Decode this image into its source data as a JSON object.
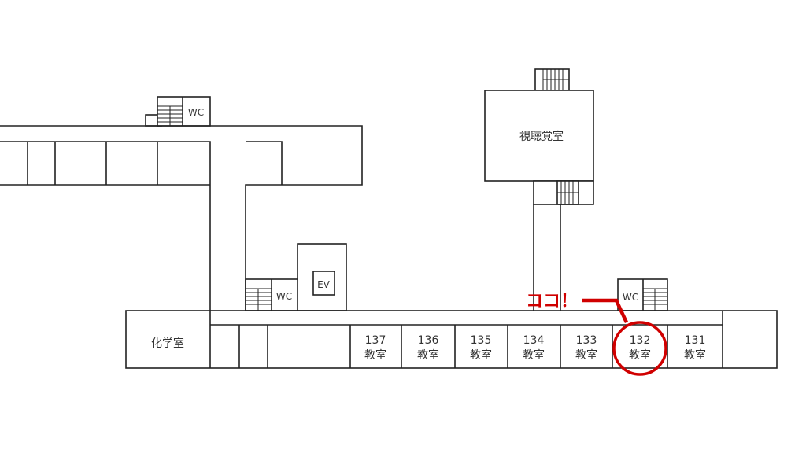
{
  "rooms": {
    "av_room": "視聴覚室",
    "chemistry": "化学室",
    "wc": "WC",
    "ev": "EV",
    "classrooms": [
      {
        "number": "137",
        "label": "教室"
      },
      {
        "number": "136",
        "label": "教室"
      },
      {
        "number": "135",
        "label": "教室"
      },
      {
        "number": "134",
        "label": "教室"
      },
      {
        "number": "133",
        "label": "教室"
      },
      {
        "number": "132",
        "label": "教室"
      },
      {
        "number": "131",
        "label": "教室"
      }
    ]
  },
  "marker": {
    "text": "ココ！",
    "color": "#d00000",
    "target": "132"
  }
}
